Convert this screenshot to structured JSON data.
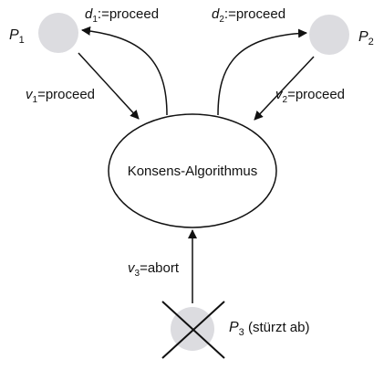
{
  "nodes": {
    "p1": {
      "symbol": "P",
      "sub": "1",
      "color": "#dcdce0"
    },
    "p2": {
      "symbol": "P",
      "sub": "2",
      "color": "#dcdce0"
    },
    "p3": {
      "symbol": "P",
      "sub": "3",
      "note": " (stürzt ab)",
      "color": "#dcdce0"
    },
    "consensus": {
      "label": "Konsens-Algorithmus"
    }
  },
  "edges": {
    "v1": {
      "symbol": "v",
      "sub": "1",
      "text": "=proceed"
    },
    "v2": {
      "symbol": "v",
      "sub": "2",
      "text": "=proceed"
    },
    "v3": {
      "symbol": "v",
      "sub": "3",
      "text": "=abort"
    },
    "d1": {
      "symbol": "d",
      "sub": "1",
      "text": ":=proceed"
    },
    "d2": {
      "symbol": "d",
      "sub": "2",
      "text": ":=proceed"
    }
  }
}
